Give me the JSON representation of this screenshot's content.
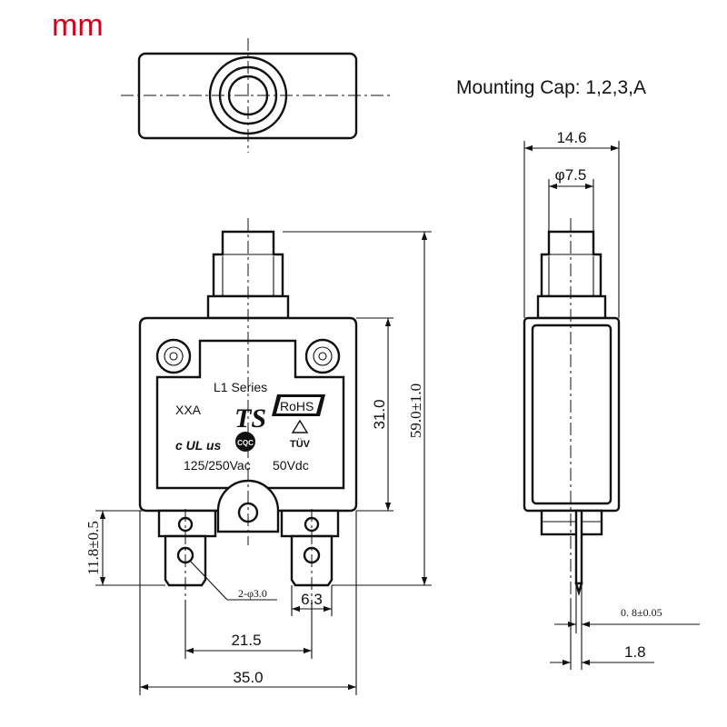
{
  "units_label": "mm",
  "units_color": "#d0021b",
  "mounting_cap": "Mounting Cap: 1,2,3,A",
  "label_plate": {
    "series": "L1 Series",
    "rating": "XXA",
    "brand_logo": "TS",
    "rohs": "RoHS",
    "ul_mark": "c UL us",
    "cert_mark": "CQC",
    "tuv_mark": "TÜV",
    "ac_rating": "125/250Vac",
    "dc_rating": "50Vdc"
  },
  "dimensions": {
    "total_height": "59.0±1.0",
    "body_height": "31.0",
    "terminal_height": "11.8±0.5",
    "holes": "2-φ3.0",
    "terminal_width": "6.3",
    "terminal_pitch": "21.5",
    "total_width": "35.0",
    "side_width": "14.6",
    "button_diameter": "φ7.5",
    "terminal_thickness": "0. 8±0.05",
    "terminal_offset": "1.8"
  }
}
